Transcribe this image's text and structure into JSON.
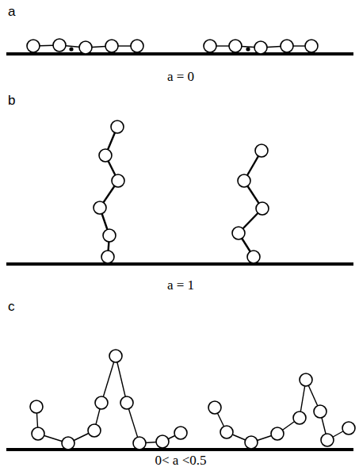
{
  "diagram": {
    "labels": [
      "a",
      "a = 0",
      "b",
      "a = 1",
      "c",
      "0< a <0.5"
    ]
  }
}
